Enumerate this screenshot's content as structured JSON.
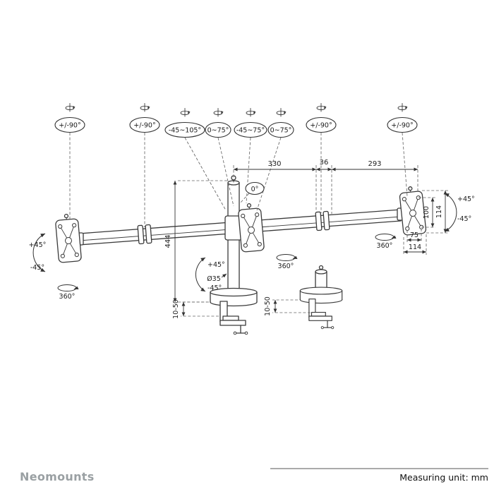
{
  "footer": {
    "brand": "Neomounts",
    "unit_note": "Measuring unit: mm"
  },
  "rotation_callouts": [
    {
      "label": "+/-90°"
    },
    {
      "label": "+/-90°"
    },
    {
      "label": "-45~105°"
    },
    {
      "label": "0~75°"
    },
    {
      "label": "-45~75°"
    },
    {
      "label": "0~75°"
    },
    {
      "label": "+/-90°"
    },
    {
      "label": "+/-90°"
    }
  ],
  "dimensions": {
    "arm_span_left": "330",
    "center_offset": "36",
    "arm_span_right": "293",
    "pole_height": "444",
    "pole_diameter": "Ø35",
    "clamp_range_center": "10-50",
    "clamp_range_right": "10-50",
    "vesa_hole_spacing_vertical": "100",
    "plate_height": "114",
    "vesa_hole_spacing_horizontal": "75",
    "plate_width": "114"
  },
  "angle_labels": {
    "left_tilt_up": "+45°",
    "left_tilt_down": "-45°",
    "left_rotation": "360°",
    "center_level": "0°",
    "center_tilt_up": "+45°",
    "center_tilt_down": "-45°",
    "center_rotation": "360°",
    "right_rotation": "360°",
    "right_tilt_up": "+45°",
    "right_tilt_down": "-45°"
  },
  "colors": {
    "line": "#3a3a3a",
    "brand_gray": "#9aa0a3"
  }
}
